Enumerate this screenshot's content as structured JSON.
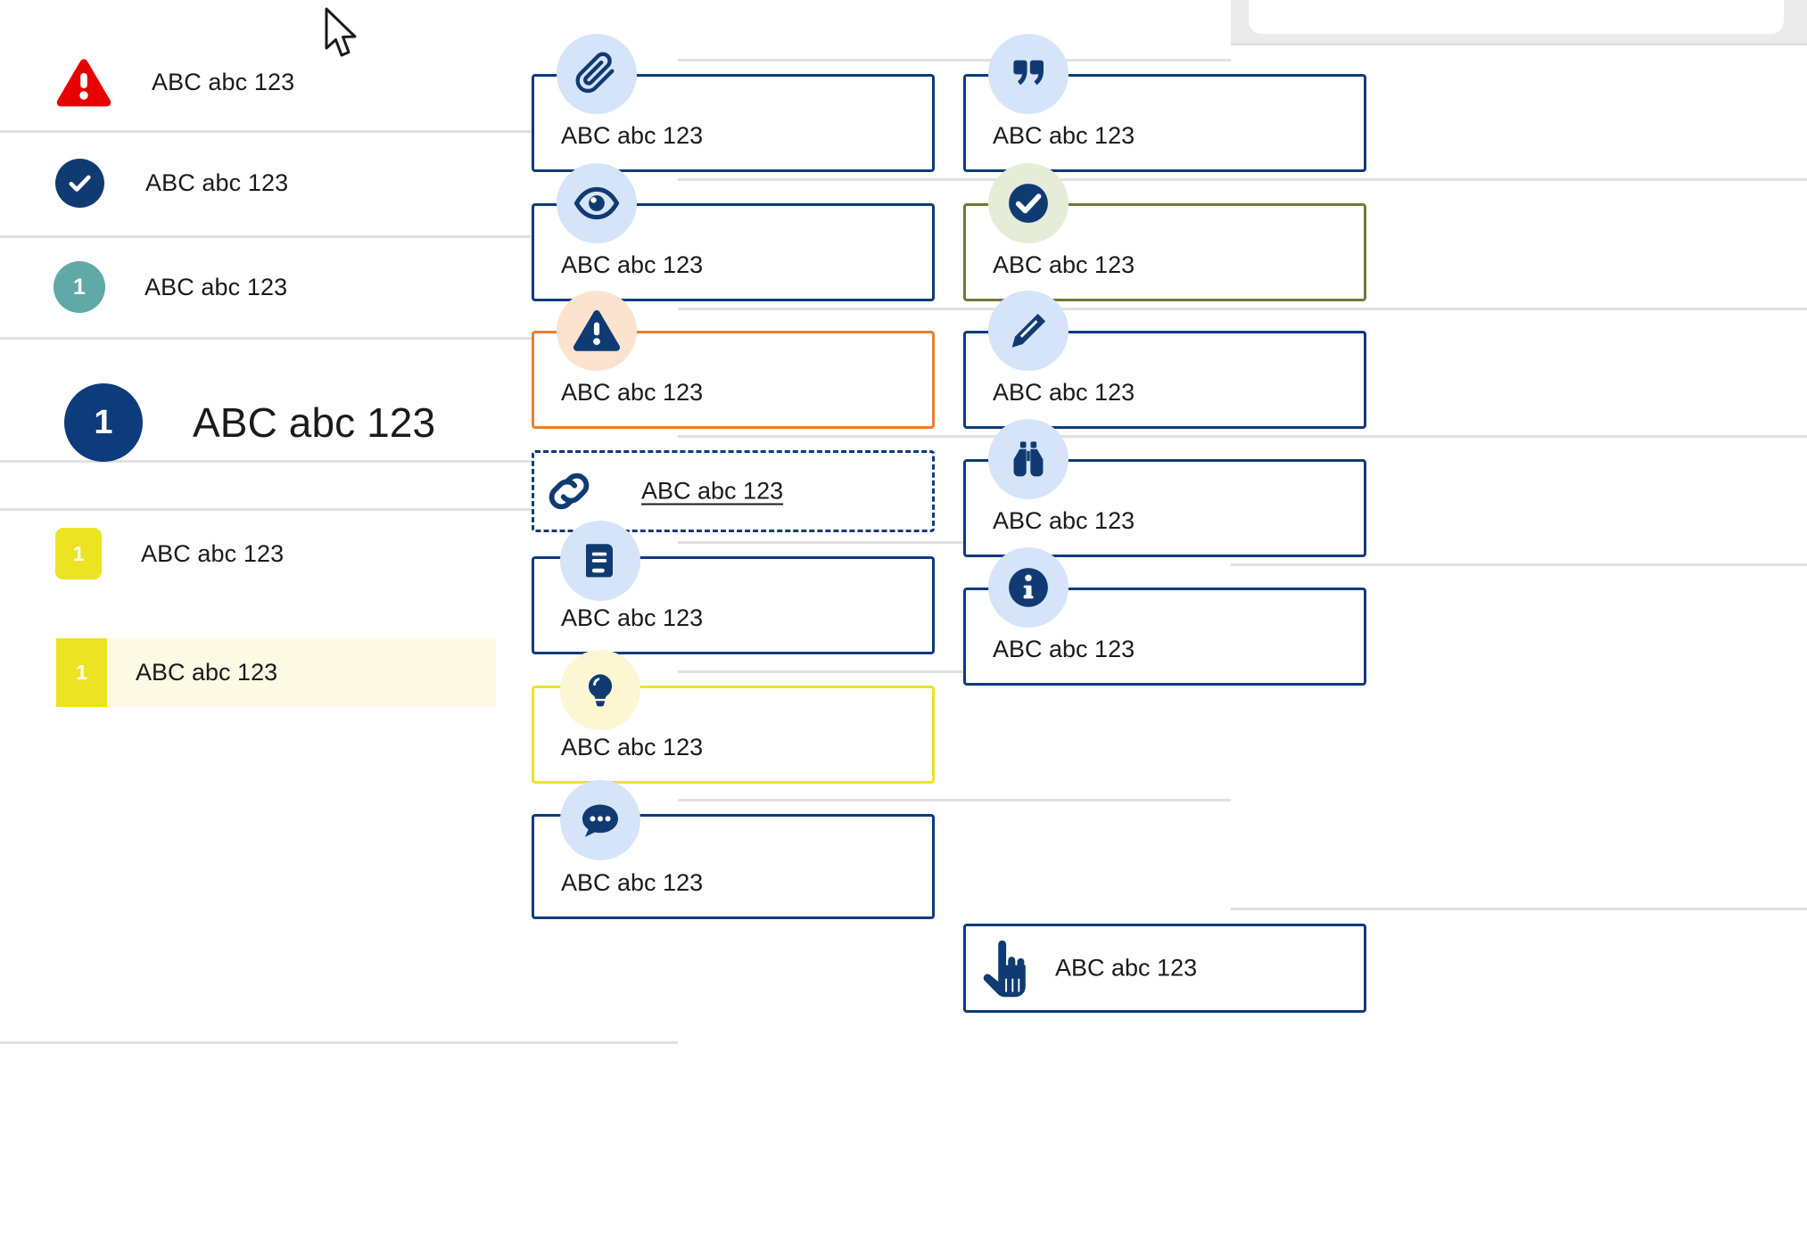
{
  "page": {
    "sample_text": "ABC abc 123",
    "badge_number": "1"
  },
  "colors": {
    "navy": "#0d3b7c",
    "red_alert": "#e60000",
    "teal": "#61a8a9",
    "yellow": "#ece322",
    "yellow_tint": "#fcfae3",
    "orange": "#e8812c",
    "olive": "#6f7b36",
    "icon_blue_bg": "#d6e4fa",
    "icon_peach_bg": "#fce3cf",
    "icon_green_bg": "#e5edd9",
    "icon_yellow_bg": "#fcf6d2",
    "separator": "#e0e0e0",
    "text": "#1a1a1a"
  },
  "left_column": {
    "rows": [
      {
        "icon": "alert-triangle-icon",
        "label": "ABC abc 123",
        "badge": null
      },
      {
        "icon": "check-circle-icon",
        "label": "ABC abc 123",
        "badge": null
      },
      {
        "icon": "number-circle-teal-icon",
        "label": "ABC abc 123",
        "badge": "1"
      },
      {
        "icon": "number-circle-navy-large-icon",
        "label": "ABC abc 123",
        "badge": "1"
      },
      {
        "icon": "number-square-yellow-icon",
        "label": "ABC abc 123",
        "badge": "1"
      },
      {
        "icon": "number-bar-yellow-icon",
        "label": "ABC abc 123",
        "badge": "1"
      }
    ]
  },
  "middle_column": {
    "cards": [
      {
        "icon": "paperclip-icon",
        "label": "ABC abc 123",
        "border": "solid-navy",
        "puck": "blue"
      },
      {
        "icon": "eye-icon",
        "label": "ABC abc 123",
        "border": "solid-navy",
        "puck": "blue"
      },
      {
        "icon": "warning-triangle-icon",
        "label": "ABC abc 123",
        "border": "solid-orange",
        "puck": "peach"
      },
      {
        "icon": "link-chain-icon",
        "label": "ABC abc 123",
        "border": "dashed-navy",
        "puck": "none"
      },
      {
        "icon": "book-icon",
        "label": "ABC abc 123",
        "border": "solid-navy",
        "puck": "blue"
      },
      {
        "icon": "lightbulb-icon",
        "label": "ABC abc 123",
        "border": "solid-yellow",
        "puck": "yellow"
      },
      {
        "icon": "chat-bubble-icon",
        "label": "ABC abc 123",
        "border": "solid-navy",
        "puck": "blue"
      }
    ]
  },
  "right_column": {
    "cards": [
      {
        "icon": "quote-marks-icon",
        "label": "ABC abc 123",
        "border": "solid-navy",
        "puck": "blue"
      },
      {
        "icon": "check-circle-icon",
        "label": "ABC abc 123",
        "border": "solid-olive",
        "puck": "green"
      },
      {
        "icon": "pencil-icon",
        "label": "ABC abc 123",
        "border": "solid-navy",
        "puck": "blue"
      },
      {
        "icon": "binoculars-icon",
        "label": "ABC abc 123",
        "border": "solid-navy",
        "puck": "blue"
      },
      {
        "icon": "info-circle-icon",
        "label": "ABC abc 123",
        "border": "solid-navy",
        "puck": "blue"
      },
      {
        "icon": "pointing-hand-icon",
        "label": "ABC abc 123",
        "border": "solid-navy",
        "puck": "none"
      }
    ]
  },
  "cursor": {
    "icon": "mouse-pointer-icon"
  }
}
